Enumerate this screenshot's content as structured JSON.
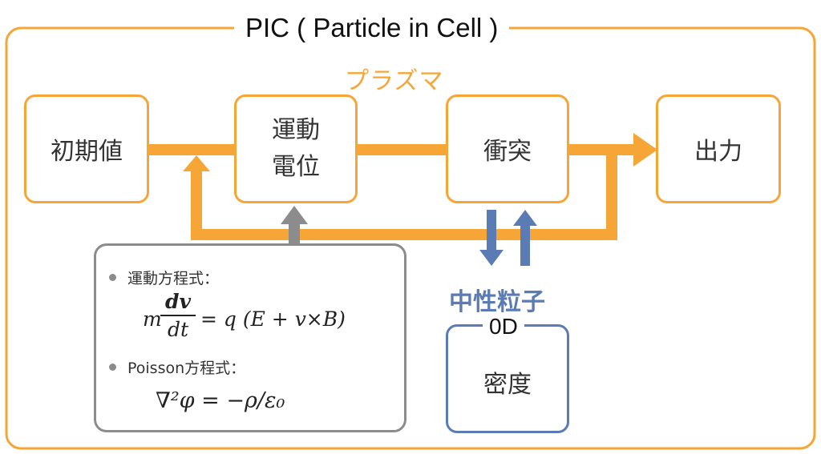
{
  "title": "PIC ( Particle in Cell )",
  "plasma_label": "プラズマ",
  "boxes": {
    "initial": "初期値",
    "motion_line1": "運動",
    "motion_line2": "電位",
    "collision": "衝突",
    "output": "出力"
  },
  "equations": {
    "motion_heading": "運動方程式：",
    "motion_mass": "m",
    "motion_numerator": "dv",
    "motion_denominator": "dt",
    "motion_rhs": "= q (E + v×B)",
    "poisson_heading": "Poisson方程式：",
    "poisson_eq": "∇²φ = −ρ/ε₀"
  },
  "neutral": {
    "label": "中性粒子",
    "model": "0D",
    "quantity": "密度"
  },
  "colors": {
    "orange": "#f5a637",
    "gray": "#8c8c8c",
    "blue": "#5b7bb4"
  }
}
